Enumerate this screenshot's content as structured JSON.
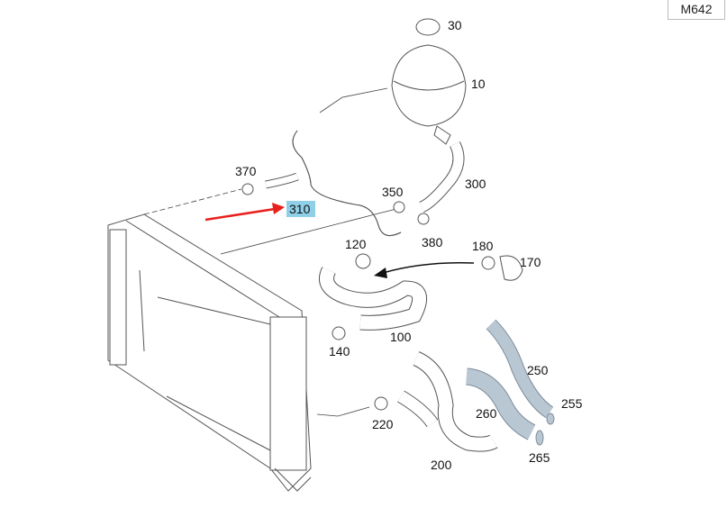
{
  "model_code": "M642",
  "highlighted_part": "310",
  "colors": {
    "highlight": "#8fd0e8",
    "pointer_arrow": "#e8201c",
    "callout_arrow": "#111111",
    "shaded_part": "#b9c7d3"
  },
  "parts": {
    "p30": "30",
    "p10": "10",
    "p300": "300",
    "p370": "370",
    "p310": "310",
    "p350": "350",
    "p380": "380",
    "p120": "120",
    "p180": "180",
    "p170": "170",
    "p100": "100",
    "p140": "140",
    "p250": "250",
    "p255": "255",
    "p260": "260",
    "p220": "220",
    "p200": "200",
    "p265": "265"
  }
}
